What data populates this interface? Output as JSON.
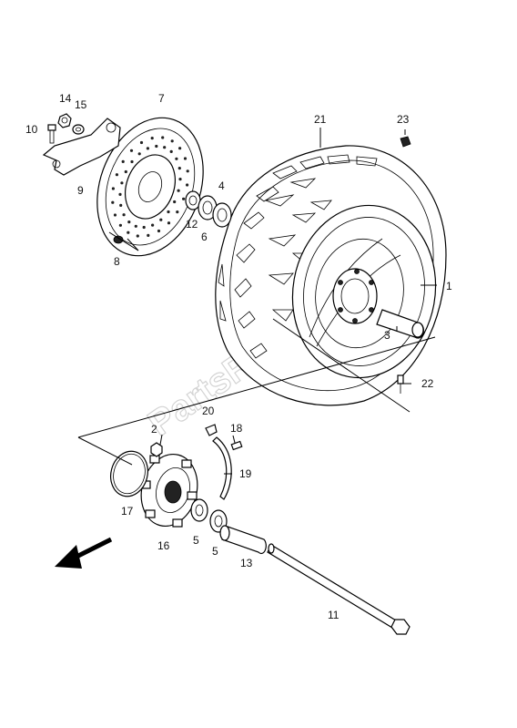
{
  "watermark": "PartsRepublik",
  "callouts": [
    {
      "id": "c1",
      "text": "1"
    },
    {
      "id": "c2",
      "text": "2"
    },
    {
      "id": "c3",
      "text": "3"
    },
    {
      "id": "c4",
      "text": "4"
    },
    {
      "id": "c5a",
      "text": "5"
    },
    {
      "id": "c5b",
      "text": "5"
    },
    {
      "id": "c6",
      "text": "6"
    },
    {
      "id": "c7",
      "text": "7"
    },
    {
      "id": "c8",
      "text": "8"
    },
    {
      "id": "c9",
      "text": "9"
    },
    {
      "id": "c10",
      "text": "10"
    },
    {
      "id": "c11",
      "text": "11"
    },
    {
      "id": "c12",
      "text": "12"
    },
    {
      "id": "c13",
      "text": "13"
    },
    {
      "id": "c14",
      "text": "14"
    },
    {
      "id": "c15",
      "text": "15"
    },
    {
      "id": "c16",
      "text": "16"
    },
    {
      "id": "c17",
      "text": "17"
    },
    {
      "id": "c18",
      "text": "18"
    },
    {
      "id": "c19",
      "text": "19"
    },
    {
      "id": "c20",
      "text": "20"
    },
    {
      "id": "c21",
      "text": "21"
    },
    {
      "id": "c22",
      "text": "22"
    },
    {
      "id": "c23",
      "text": "23"
    }
  ]
}
